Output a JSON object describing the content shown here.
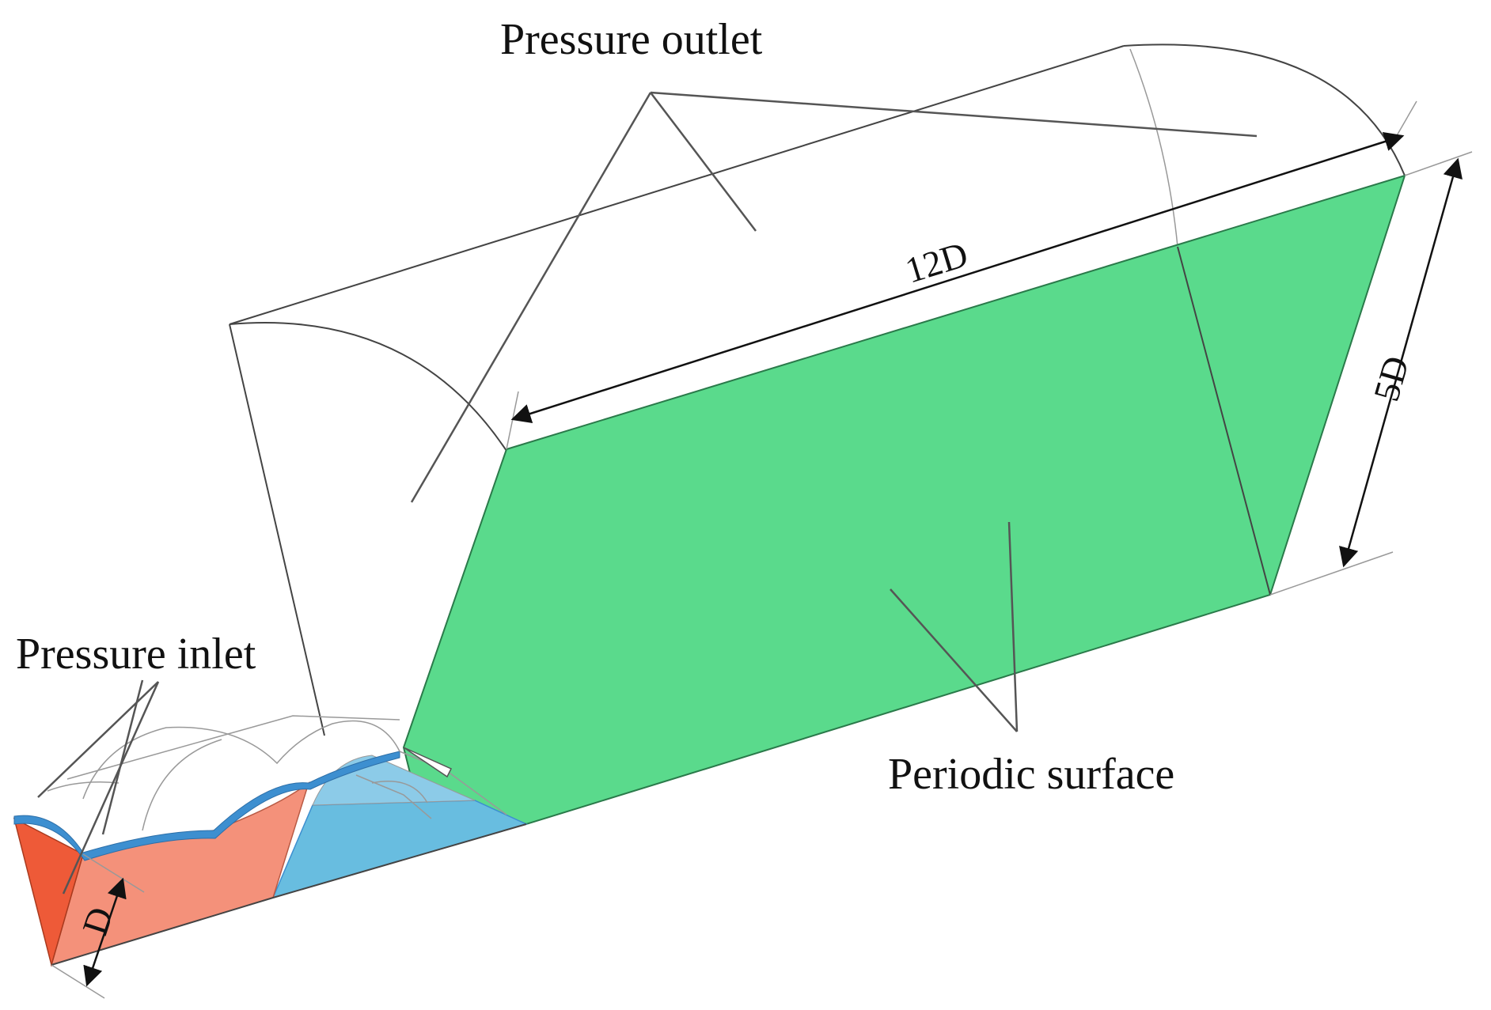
{
  "labels": {
    "pressure_outlet": "Pressure outlet",
    "pressure_inlet": "Pressure inlet",
    "periodic_surface": "Periodic surface",
    "length_dim": "12D",
    "height_dim": "5D",
    "diameter_dim": "D"
  },
  "colors": {
    "periodic_surface": "#5ada8c",
    "inlet_face": "#f08a70",
    "inlet_face_dark": "#ee5a38",
    "blade_blue": "#68bde0",
    "blade_blue_dark": "#3d8fd0",
    "outline": "#555555"
  }
}
